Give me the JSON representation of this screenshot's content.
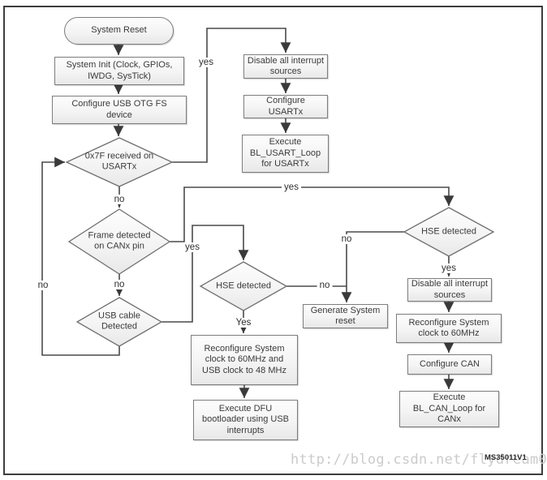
{
  "diagram": {
    "watermark": "http://blog.csdn.net/flydream0",
    "figure_id": "MS35011V1",
    "colors": {
      "line": "#4a4a4a",
      "shape_border": "#7d7d7d",
      "shape_fill_top": "#fdfdfd",
      "shape_fill_bottom": "#e8e8e8",
      "text": "#3a3a3a",
      "watermark_gray": "#cbcbcb"
    },
    "nodes": {
      "system_reset": "System Reset",
      "system_init": "System Init (Clock, GPIOs, IWDG, SysTick)",
      "configure_usb_otg": "Configure USB OTG FS device",
      "usart_check": "0x7F received on USARTx",
      "disable_interrupts_usart": "Disable all interrupt sources",
      "configure_usartx": "Configure USARTx",
      "execute_bl_usart_loop": "Execute BL_USART_Loop for USARTx",
      "can_frame_check": "Frame detected on CANx pin",
      "usb_cable_check": "USB cable Detected",
      "hse_check_usb": "HSE detected",
      "reconfigure_clock_usb": "Reconfigure System clock to 60MHz and USB clock to 48 MHz",
      "execute_dfu": "Execute DFU bootloader using USB interrupts",
      "generate_reset": "Generate System reset",
      "hse_check_can": "HSE detected",
      "disable_interrupts_can": "Disable all interrupt sources",
      "reconfigure_clock_can": "Reconfigure System clock to 60MHz",
      "configure_can": "Configure CAN",
      "execute_bl_can_loop": "Execute BL_CAN_Loop for CANx"
    },
    "edge_labels": {
      "usart_yes": "yes",
      "usart_no": "no",
      "can_yes": "yes",
      "can_no": "no",
      "usb_yes": "yes",
      "usb_no": "no",
      "hse_usb_yes": "Yes",
      "hse_usb_no": "no",
      "hse_can_yes": "yes",
      "hse_can_no": "no"
    }
  }
}
